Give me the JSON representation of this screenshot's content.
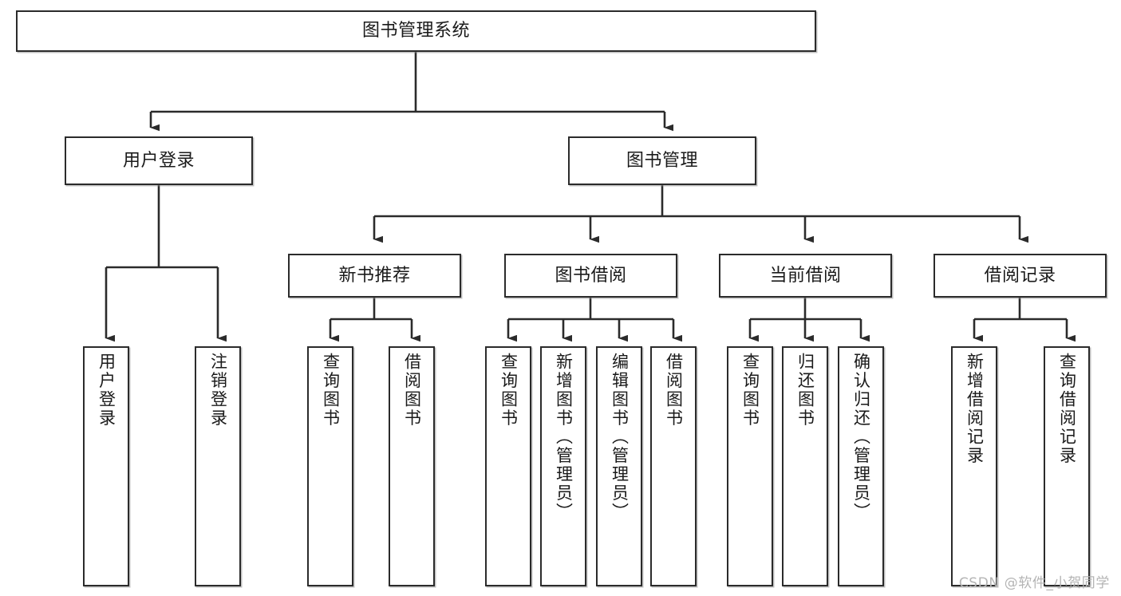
{
  "diagram": {
    "title": "图书管理系统",
    "type": "tree",
    "watermark": "CSDN @软件_小贺同学",
    "colors": {
      "box_border": "#2b2b2b",
      "box_fill": "#ffffff",
      "edge": "#2b2b2b",
      "text": "#1a1a1a",
      "watermark": "#b4b4b4"
    },
    "nodes": {
      "root": {
        "label": "图书管理系统",
        "level": 0,
        "orientation": "horizontal"
      },
      "user_login": {
        "label": "用户登录",
        "level": 1,
        "orientation": "horizontal"
      },
      "book_manage": {
        "label": "图书管理",
        "level": 1,
        "orientation": "horizontal"
      },
      "new_book_rec": {
        "label": "新书推荐",
        "level": 2,
        "orientation": "horizontal"
      },
      "book_borrow": {
        "label": "图书借阅",
        "level": 2,
        "orientation": "horizontal"
      },
      "current_borrow": {
        "label": "当前借阅",
        "level": 2,
        "orientation": "horizontal"
      },
      "borrow_record": {
        "label": "借阅记录",
        "level": 2,
        "orientation": "horizontal"
      },
      "leaf_user_login": {
        "label": "用户登录",
        "level": 3,
        "orientation": "vertical"
      },
      "leaf_logout": {
        "label": "注销登录",
        "level": 3,
        "orientation": "vertical"
      },
      "leaf_query_book_1": {
        "label": "查询图书",
        "level": 3,
        "orientation": "vertical"
      },
      "leaf_borrow_book_1": {
        "label": "借阅图书",
        "level": 3,
        "orientation": "vertical"
      },
      "leaf_query_book_2": {
        "label": "查询图书",
        "level": 3,
        "orientation": "vertical"
      },
      "leaf_add_book": {
        "label": "新增图书（管理员）",
        "level": 3,
        "orientation": "vertical"
      },
      "leaf_edit_book": {
        "label": "编辑图书（管理员）",
        "level": 3,
        "orientation": "vertical"
      },
      "leaf_borrow_book_2": {
        "label": "借阅图书",
        "level": 3,
        "orientation": "vertical"
      },
      "leaf_query_book_3": {
        "label": "查询图书",
        "level": 3,
        "orientation": "vertical"
      },
      "leaf_return_book": {
        "label": "归还图书",
        "level": 3,
        "orientation": "vertical"
      },
      "leaf_confirm_return": {
        "label": "确认归还（管理员）",
        "level": 3,
        "orientation": "vertical"
      },
      "leaf_add_record": {
        "label": "新增借阅记录",
        "level": 3,
        "orientation": "vertical"
      },
      "leaf_query_record": {
        "label": "查询借阅记录",
        "level": 3,
        "orientation": "vertical"
      }
    },
    "edges": [
      {
        "from": "root",
        "to": "user_login"
      },
      {
        "from": "root",
        "to": "book_manage"
      },
      {
        "from": "user_login",
        "to": "leaf_user_login"
      },
      {
        "from": "user_login",
        "to": "leaf_logout"
      },
      {
        "from": "book_manage",
        "to": "new_book_rec"
      },
      {
        "from": "book_manage",
        "to": "book_borrow"
      },
      {
        "from": "book_manage",
        "to": "current_borrow"
      },
      {
        "from": "book_manage",
        "to": "borrow_record"
      },
      {
        "from": "new_book_rec",
        "to": "leaf_query_book_1"
      },
      {
        "from": "new_book_rec",
        "to": "leaf_borrow_book_1"
      },
      {
        "from": "book_borrow",
        "to": "leaf_query_book_2"
      },
      {
        "from": "book_borrow",
        "to": "leaf_add_book"
      },
      {
        "from": "book_borrow",
        "to": "leaf_edit_book"
      },
      {
        "from": "book_borrow",
        "to": "leaf_borrow_book_2"
      },
      {
        "from": "current_borrow",
        "to": "leaf_query_book_3"
      },
      {
        "from": "current_borrow",
        "to": "leaf_return_book"
      },
      {
        "from": "current_borrow",
        "to": "leaf_confirm_return"
      },
      {
        "from": "borrow_record",
        "to": "leaf_add_record"
      },
      {
        "from": "borrow_record",
        "to": "leaf_query_record"
      }
    ]
  }
}
